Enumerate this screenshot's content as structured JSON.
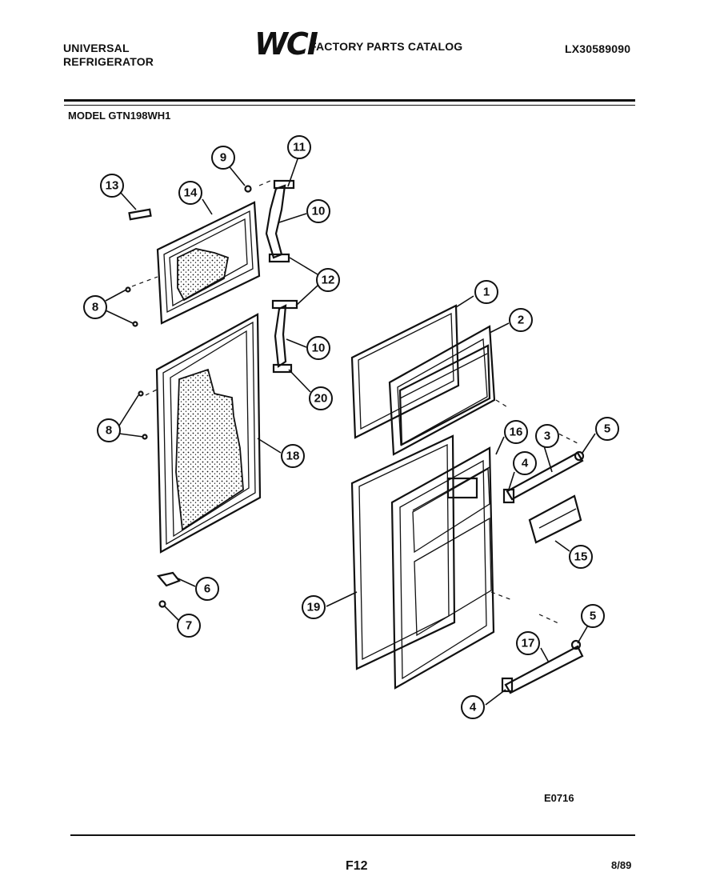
{
  "header": {
    "left_line1": "UNIVERSAL",
    "left_line2": "REFRIGERATOR",
    "brand_logo": "WCI",
    "catalog_title": "FACTORY PARTS CATALOG",
    "catalog_number": "LX30589090"
  },
  "model_label": "MODEL GTN198WH1",
  "diagram": {
    "callouts": [
      "13",
      "14",
      "9",
      "11",
      "10",
      "12",
      "8",
      "10",
      "20",
      "8",
      "18",
      "6",
      "7",
      "1",
      "2",
      "16",
      "3",
      "5",
      "4",
      "15",
      "19",
      "5",
      "17",
      "4"
    ],
    "drawing_code": "E0716"
  },
  "footer": {
    "page_code": "F12",
    "date": "8/89"
  }
}
